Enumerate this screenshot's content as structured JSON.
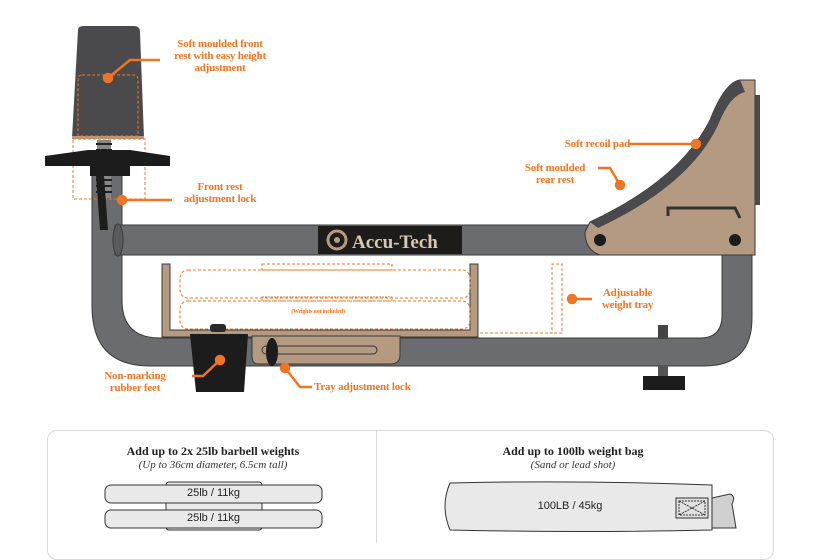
{
  "brand": "Accu-Tech",
  "colors": {
    "accent": "#f07522",
    "frame": "#6b6c6f",
    "tan": "#b39a80",
    "dark": "#2a2a2a"
  },
  "callouts": {
    "front_rest": [
      "Soft moulded front",
      "rest with easy height",
      "adjustment"
    ],
    "front_lock": [
      "Front rest",
      "adjustment lock"
    ],
    "recoil_pad": "Soft recoil pad",
    "rear_rest": [
      "Soft moulded",
      "rear rest"
    ],
    "weight_tray": [
      "Adjustable",
      "weight tray"
    ],
    "feet": [
      "Non-marking",
      "rubber feet"
    ],
    "tray_lock": "Tray adjustment lock",
    "weights_note": "(Weights not included)"
  },
  "panel_left": {
    "title": "Add up to 2x 25lb barbell weights",
    "subtitle": "(Up to 36cm diameter, 6.5cm tall)",
    "plates": [
      "25lb / 11kg",
      "25lb / 11kg"
    ]
  },
  "panel_right": {
    "title": "Add up to 100lb weight bag",
    "subtitle": "(Sand or lead shot)",
    "bag": "100LB / 45kg"
  }
}
